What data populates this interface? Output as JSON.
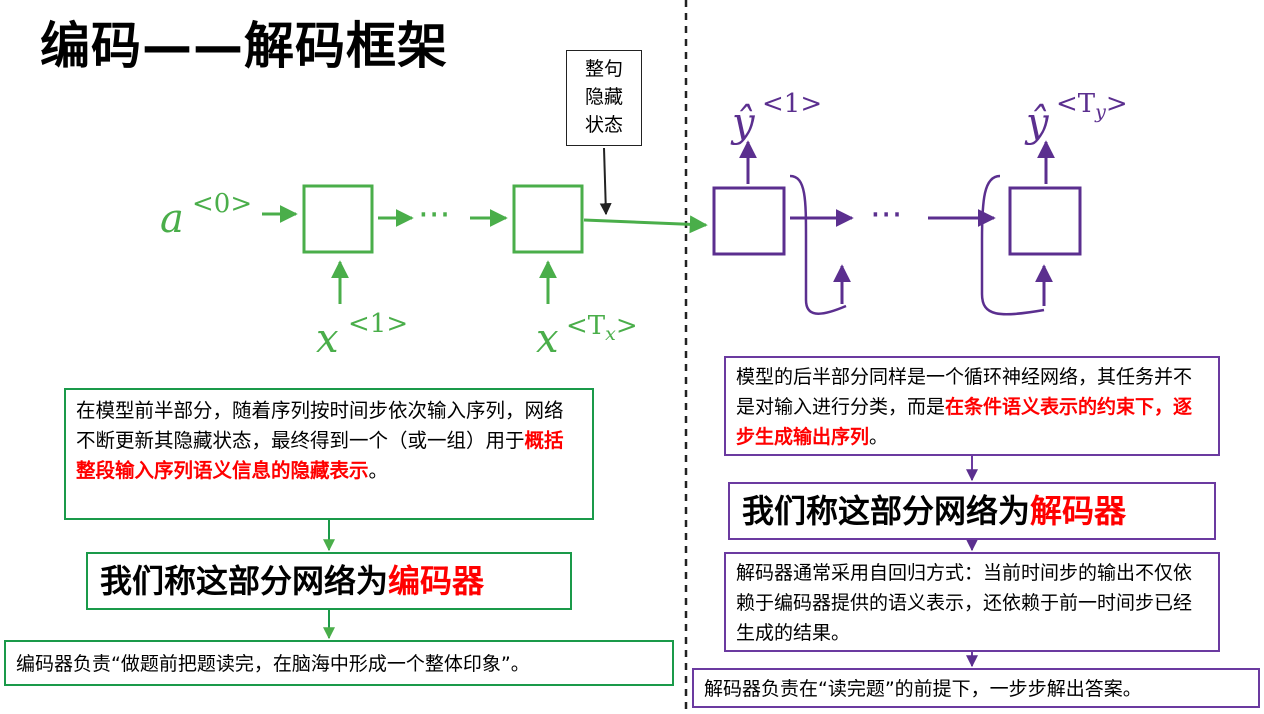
{
  "title": "编码——解码框架",
  "encoder_labels": {
    "a0": "a",
    "a0_sup": "<0>",
    "x1": "x",
    "x1_sup": "<1>",
    "xT": "x",
    "xT_sup": "<T",
    "xT_sub": "x",
    "xT_end": ">",
    "dots": "···"
  },
  "decoder_labels": {
    "y1": "ŷ",
    "y1_sup": "<1>",
    "yT": "ŷ",
    "yT_sup": "<T",
    "yT_sub": "y",
    "yT_end": ">",
    "dots": "···"
  },
  "state_box": [
    "整句",
    "隐藏",
    "状态"
  ],
  "encoder_desc": {
    "normal": "在模型前半部分，随着序列按时间步依次输入序列，网络不断更新其隐藏状态，最终得到一个（或一组）用于",
    "highlight": "概括整段输入序列语义信息的隐藏表示",
    "end": "。"
  },
  "encoder_name": {
    "prefix": "我们称这部分网络为",
    "highlight": "编码器"
  },
  "encoder_role": "编码器负责“做题前把题读完，在脑海中形成一个整体印象”。",
  "decoder_desc": {
    "normal": "模型的后半部分同样是一个循环神经网络，其任务并不是对输入进行分类，而是",
    "highlight": "在条件语义表示的约束下，逐步生成输出序列",
    "end": "。"
  },
  "decoder_name": {
    "prefix": "我们称这部分网络为",
    "highlight": "解码器"
  },
  "decoder_mode": "解码器通常采用自回归方式：当前时间步的输出不仅依赖于编码器提供的语义表示，还依赖于前一时间步已经生成的结果。",
  "decoder_role": "解码器负责在“读完题”的前提下，一步步解出答案。",
  "colors": {
    "encoder": "#4aae4a",
    "decoder": "#5b2f8f",
    "highlight": "#ff0000",
    "green_border": "#1a9a4a",
    "purple_border": "#6b3aa0"
  }
}
